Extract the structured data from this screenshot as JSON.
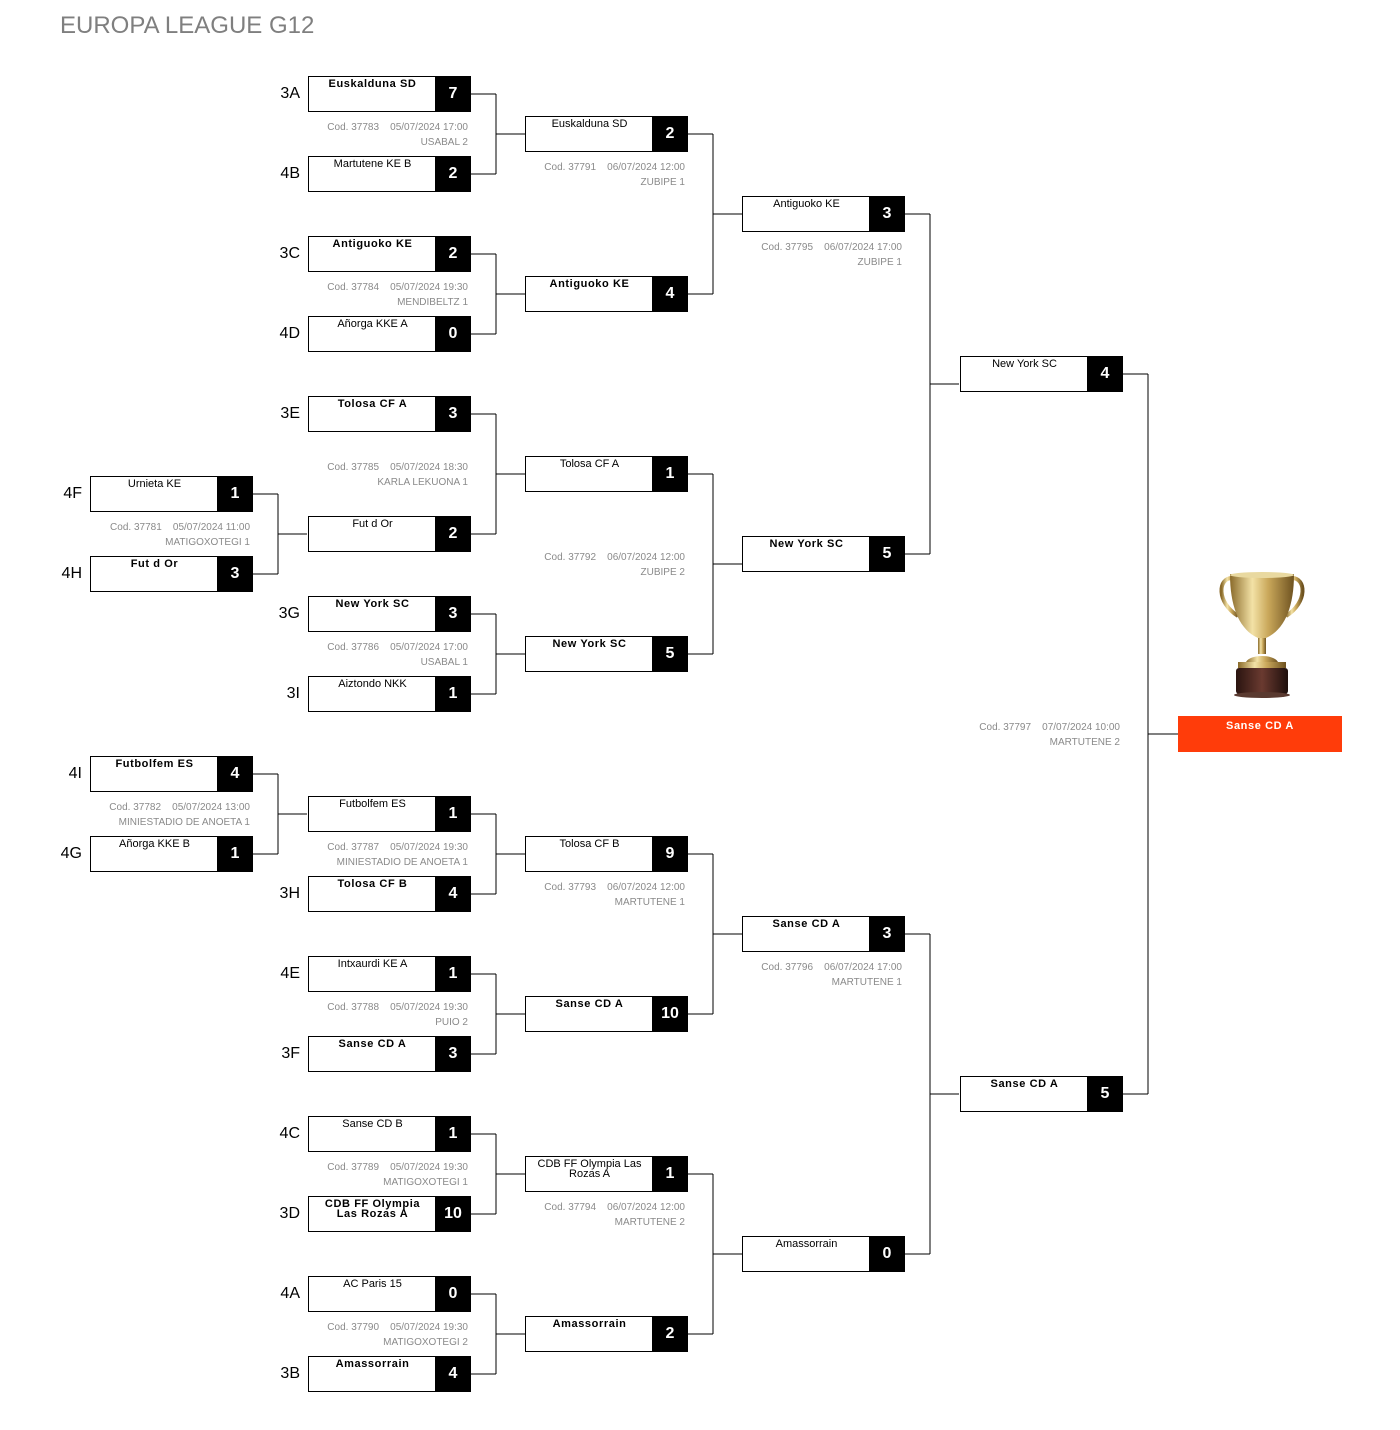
{
  "title": "EUROPA LEAGUE G12",
  "matches": [
    {
      "id": "r0a",
      "seed1": "4F",
      "team1": "Urnieta KE",
      "score1": "1",
      "win1": false,
      "seed2": "4H",
      "team2": "Fut d Or",
      "score2": "3",
      "win2": true,
      "cod": "Cod. 37781",
      "date": "05/07/2024 11:00",
      "venue": "MATIGOXOTEGI 1"
    },
    {
      "id": "r0b",
      "seed1": "4I",
      "team1": "Futbolfem ES",
      "score1": "4",
      "win1": true,
      "seed2": "4G",
      "team2": "Añorga KKE B",
      "score2": "1",
      "win2": false,
      "cod": "Cod. 37782",
      "date": "05/07/2024 13:00",
      "venue": "MINIESTADIO DE ANOETA 1"
    },
    {
      "id": "r1a",
      "seed1": "3A",
      "team1": "Euskalduna SD",
      "score1": "7",
      "win1": true,
      "seed2": "4B",
      "team2": "Martutene KE B",
      "score2": "2",
      "win2": false,
      "cod": "Cod. 37783",
      "date": "05/07/2024 17:00",
      "venue": "USABAL 2"
    },
    {
      "id": "r1b",
      "seed1": "3C",
      "team1": "Antiguoko KE",
      "score1": "2",
      "win1": true,
      "seed2": "4D",
      "team2": "Añorga KKE A",
      "score2": "0",
      "win2": false,
      "cod": "Cod. 37784",
      "date": "05/07/2024 19:30",
      "venue": "MENDIBELTZ 1"
    },
    {
      "id": "r1c",
      "seed1": "3E",
      "team1": "Tolosa CF A",
      "score1": "3",
      "win1": true,
      "seed2": "",
      "team2": "Fut d Or",
      "score2": "2",
      "win2": false,
      "cod": "Cod. 37785",
      "date": "05/07/2024 18:30",
      "venue": "KARLA LEKUONA 1"
    },
    {
      "id": "r1d",
      "seed1": "3G",
      "team1": "New York SC",
      "score1": "3",
      "win1": true,
      "seed2": "3I",
      "team2": "Aiztondo NKK",
      "score2": "1",
      "win2": false,
      "cod": "Cod. 37786",
      "date": "05/07/2024 17:00",
      "venue": "USABAL 1"
    },
    {
      "id": "r1e",
      "seed1": "",
      "team1": "Futbolfem ES",
      "score1": "1",
      "win1": false,
      "seed2": "3H",
      "team2": "Tolosa CF B",
      "score2": "4",
      "win2": true,
      "cod": "Cod. 37787",
      "date": "05/07/2024 19:30",
      "venue": "MINIESTADIO DE ANOETA 1"
    },
    {
      "id": "r1f",
      "seed1": "4E",
      "team1": "Intxaurdi KE A",
      "score1": "1",
      "win1": false,
      "seed2": "3F",
      "team2": "Sanse CD A",
      "score2": "3",
      "win2": true,
      "cod": "Cod. 37788",
      "date": "05/07/2024 19:30",
      "venue": "PUIO 2"
    },
    {
      "id": "r1g",
      "seed1": "4C",
      "team1": "Sanse CD B",
      "score1": "1",
      "win1": false,
      "seed2": "3D",
      "team2": "CDB FF Olympia Las Rozas A",
      "score2": "10",
      "win2": true,
      "cod": "Cod. 37789",
      "date": "05/07/2024 19:30",
      "venue": "MATIGOXOTEGI 1"
    },
    {
      "id": "r1h",
      "seed1": "4A",
      "team1": "AC Paris 15",
      "score1": "0",
      "win1": false,
      "seed2": "3B",
      "team2": "Amassorrain",
      "score2": "4",
      "win2": true,
      "cod": "Cod. 37790",
      "date": "05/07/2024 19:30",
      "venue": "MATIGOXOTEGI 2"
    },
    {
      "id": "r2a",
      "seed1": "",
      "team1": "Euskalduna SD",
      "score1": "2",
      "win1": false,
      "seed2": "",
      "team2": "Antiguoko KE",
      "score2": "4",
      "win2": true,
      "cod": "Cod. 37791",
      "date": "06/07/2024 12:00",
      "venue": "ZUBIPE 1"
    },
    {
      "id": "r2b",
      "seed1": "",
      "team1": "Tolosa CF A",
      "score1": "1",
      "win1": false,
      "seed2": "",
      "team2": "New York SC",
      "score2": "5",
      "win2": true,
      "cod": "Cod. 37792",
      "date": "06/07/2024 12:00",
      "venue": "ZUBIPE 2"
    },
    {
      "id": "r2c",
      "seed1": "",
      "team1": "Tolosa CF B",
      "score1": "9",
      "win1": false,
      "seed2": "",
      "team2": "Sanse CD A",
      "score2": "10",
      "win2": true,
      "cod": "Cod. 37793",
      "date": "06/07/2024 12:00",
      "venue": "MARTUTENE 1"
    },
    {
      "id": "r2d",
      "seed1": "",
      "team1": "CDB FF Olympia Las Rozas A",
      "score1": "1",
      "win1": false,
      "seed2": "",
      "team2": "Amassorrain",
      "score2": "2",
      "win2": true,
      "cod": "Cod. 37794",
      "date": "06/07/2024 12:00",
      "venue": "MARTUTENE 2"
    },
    {
      "id": "r3a",
      "seed1": "",
      "team1": "Antiguoko KE",
      "score1": "3",
      "win1": false,
      "seed2": "",
      "team2": "New York SC",
      "score2": "5",
      "win2": true,
      "cod": "Cod. 37795",
      "date": "06/07/2024 17:00",
      "venue": "ZUBIPE 1"
    },
    {
      "id": "r3b",
      "seed1": "",
      "team1": "Sanse CD A",
      "score1": "3",
      "win1": true,
      "seed2": "",
      "team2": "Amassorrain",
      "score2": "0",
      "win2": false,
      "cod": "Cod. 37796",
      "date": "06/07/2024 17:00",
      "venue": "MARTUTENE 1"
    },
    {
      "id": "final",
      "seed1": "",
      "team1": "New York SC",
      "score1": "4",
      "win1": false,
      "seed2": "",
      "team2": "Sanse CD A",
      "score2": "5",
      "win2": true,
      "cod": "Cod. 37797",
      "date": "07/07/2024 10:00",
      "venue": "MARTUTENE 2"
    }
  ],
  "champion": "Sanse CD A",
  "icons": {
    "trophy": "trophy-icon"
  },
  "colors": {
    "champion_bg": "#ff3c0a",
    "score_bg": "#000000",
    "info_text": "#8a8a8a",
    "title_text": "#7f7f7f"
  }
}
